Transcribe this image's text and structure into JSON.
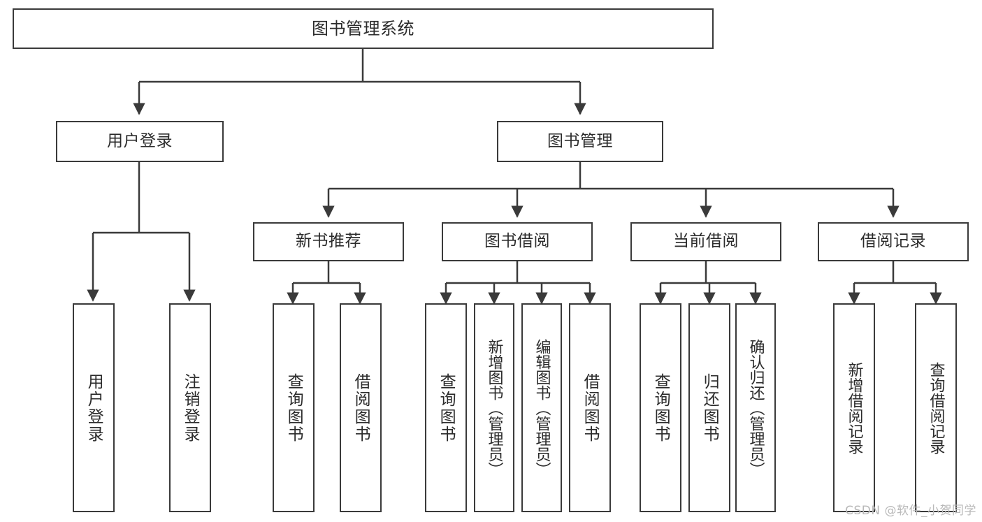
{
  "diagram": {
    "title": "图书管理系统",
    "type": "tree",
    "watermark": "CSDN @软件_小贺同学",
    "colors": {
      "box_border": "#3a3a3a",
      "box_fill": "#ffffff",
      "text": "#2b2b2b",
      "connector": "#3a3a3a",
      "watermark": "#b9b9b9",
      "background": "#ffffff"
    },
    "levels": {
      "root": {
        "label": "图书管理系统"
      },
      "level2": [
        {
          "id": "user-login",
          "label": "用户登录"
        },
        {
          "id": "book-management",
          "label": "图书管理"
        }
      ],
      "level3": [
        {
          "id": "new-book-recommend",
          "label": "新书推荐",
          "parent": "book-management"
        },
        {
          "id": "book-borrow",
          "label": "图书借阅",
          "parent": "book-management"
        },
        {
          "id": "current-borrow",
          "label": "当前借阅",
          "parent": "book-management"
        },
        {
          "id": "borrow-record",
          "label": "借阅记录",
          "parent": "book-management"
        }
      ],
      "leaves": {
        "user-login": [
          {
            "id": "leaf-user-login",
            "label": "用户登录"
          },
          {
            "id": "leaf-user-logout",
            "label": "注销登录"
          }
        ],
        "new-book-recommend": [
          {
            "id": "leaf-query-book-1",
            "label": "查询图书"
          },
          {
            "id": "leaf-borrow-book-1",
            "label": "借阅图书"
          }
        ],
        "book-borrow": [
          {
            "id": "leaf-query-book-2",
            "label": "查询图书"
          },
          {
            "id": "leaf-add-book",
            "label": "新增图书（管理员）"
          },
          {
            "id": "leaf-edit-book",
            "label": "编辑图书（管理员）"
          },
          {
            "id": "leaf-borrow-book-2",
            "label": "借阅图书"
          }
        ],
        "current-borrow": [
          {
            "id": "leaf-query-book-3",
            "label": "查询图书"
          },
          {
            "id": "leaf-return-book",
            "label": "归还图书"
          },
          {
            "id": "leaf-confirm-return",
            "label": "确认归还（管理员）"
          }
        ],
        "borrow-record": [
          {
            "id": "leaf-add-record",
            "label": "新增借阅记录"
          },
          {
            "id": "leaf-query-record",
            "label": "查询借阅记录"
          }
        ]
      }
    }
  }
}
